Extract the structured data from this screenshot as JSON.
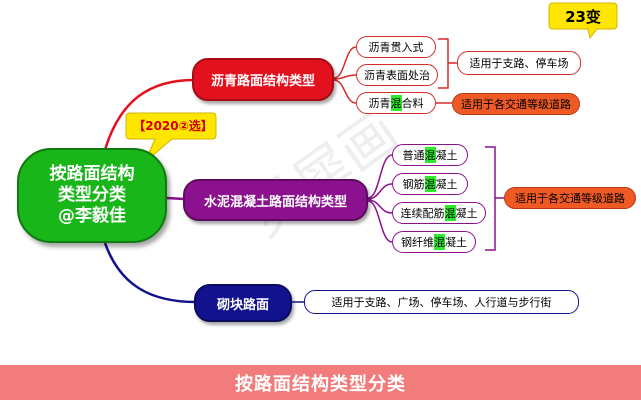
{
  "central": {
    "line1": "按路面结构",
    "line2": "类型分类",
    "line3": "@李毅佳"
  },
  "exam_tag": "【2020②选】",
  "change_tag": "23变",
  "branches": {
    "asphalt": {
      "label": "沥青路面结构类型",
      "items": [
        {
          "pre": "沥青贯入式",
          "hl": "",
          "post": ""
        },
        {
          "pre": "沥青表面处治",
          "hl": "",
          "post": ""
        },
        {
          "pre": "沥青",
          "hl": "混",
          "post": "合料"
        }
      ],
      "note_group": "适用于支路、停车场",
      "note_mix": "适用于各交通等级道路"
    },
    "cement": {
      "label": "水泥混凝土路面结构类型",
      "items": [
        {
          "pre": "普通",
          "hl": "混",
          "post": "凝土"
        },
        {
          "pre": "钢筋",
          "hl": "混",
          "post": "凝土"
        },
        {
          "pre": "连续配筋",
          "hl": "混",
          "post": "凝土"
        },
        {
          "pre": "钢纤维",
          "hl": "混",
          "post": "凝土"
        }
      ],
      "note": "适用于各交通等级道路"
    },
    "block": {
      "label": "砌块路面",
      "note": "适用于支路、广场、停车场、人行道与步行街"
    }
  },
  "footer_title": "按路面结构类型分类",
  "colors": {
    "central": "#19b61a",
    "asphalt": "#e3101e",
    "cement": "#8b118f",
    "block": "#12128f",
    "highlight": "#2ee82e",
    "orange_note": "#ef5a24",
    "callout": "#ffe600",
    "footer": "#f27b7b"
  }
}
